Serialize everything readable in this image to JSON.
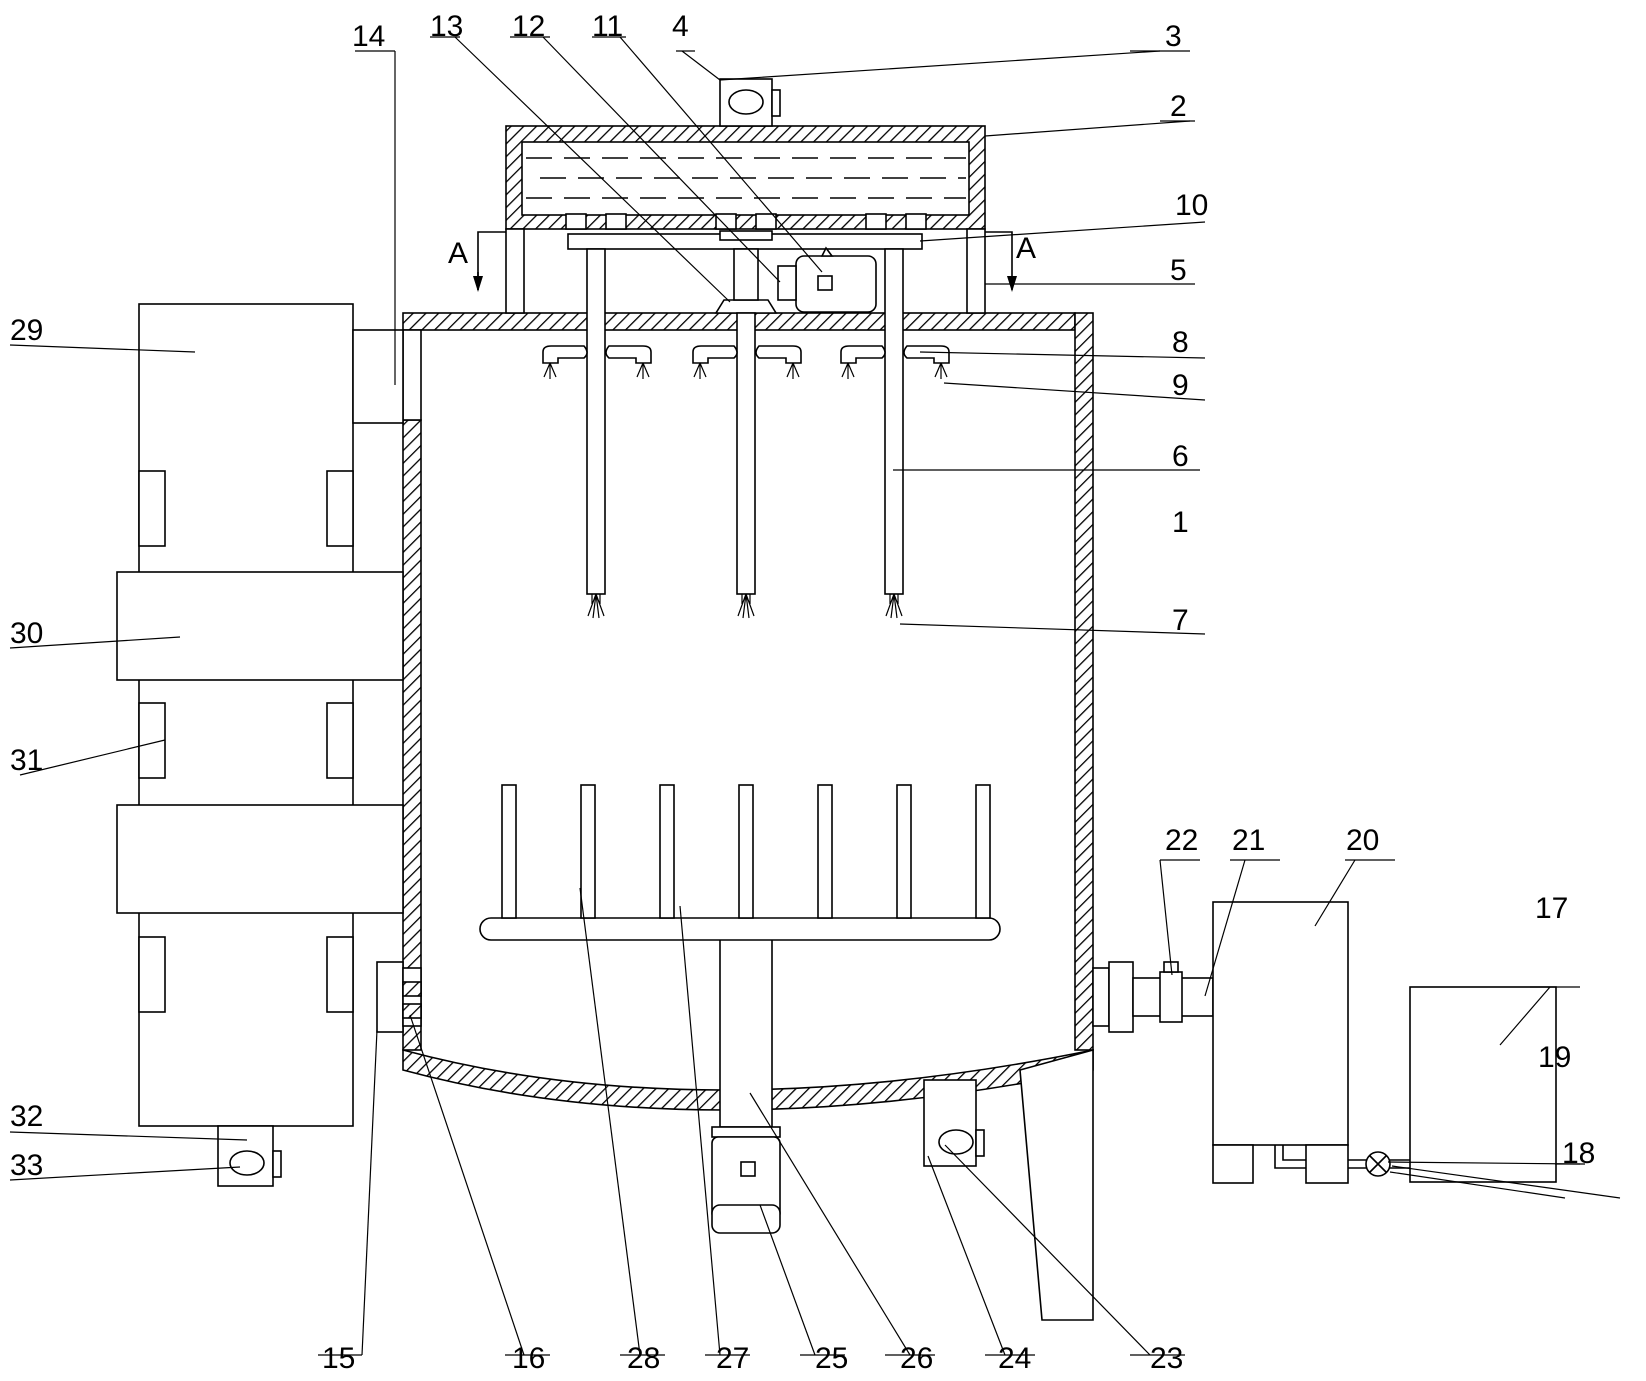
{
  "diagram": {
    "section_mark": "A",
    "labels": [
      {
        "id": "1",
        "text": "1"
      },
      {
        "id": "2",
        "text": "2"
      },
      {
        "id": "3",
        "text": "3"
      },
      {
        "id": "4",
        "text": "4"
      },
      {
        "id": "5",
        "text": "5"
      },
      {
        "id": "6",
        "text": "6"
      },
      {
        "id": "7",
        "text": "7"
      },
      {
        "id": "8",
        "text": "8"
      },
      {
        "id": "9",
        "text": "9"
      },
      {
        "id": "10",
        "text": "10"
      },
      {
        "id": "11",
        "text": "11"
      },
      {
        "id": "12",
        "text": "12"
      },
      {
        "id": "13",
        "text": "13"
      },
      {
        "id": "14",
        "text": "14"
      },
      {
        "id": "15",
        "text": "15"
      },
      {
        "id": "16",
        "text": "16"
      },
      {
        "id": "17",
        "text": "17"
      },
      {
        "id": "18",
        "text": "18"
      },
      {
        "id": "19",
        "text": "19"
      },
      {
        "id": "20",
        "text": "20"
      },
      {
        "id": "21",
        "text": "21"
      },
      {
        "id": "22",
        "text": "22"
      },
      {
        "id": "23",
        "text": "23"
      },
      {
        "id": "24",
        "text": "24"
      },
      {
        "id": "25",
        "text": "25"
      },
      {
        "id": "26",
        "text": "26"
      },
      {
        "id": "27",
        "text": "27"
      },
      {
        "id": "28",
        "text": "28"
      },
      {
        "id": "29",
        "text": "29"
      },
      {
        "id": "30",
        "text": "30"
      },
      {
        "id": "31",
        "text": "31"
      },
      {
        "id": "32",
        "text": "32"
      },
      {
        "id": "33",
        "text": "33"
      }
    ]
  }
}
